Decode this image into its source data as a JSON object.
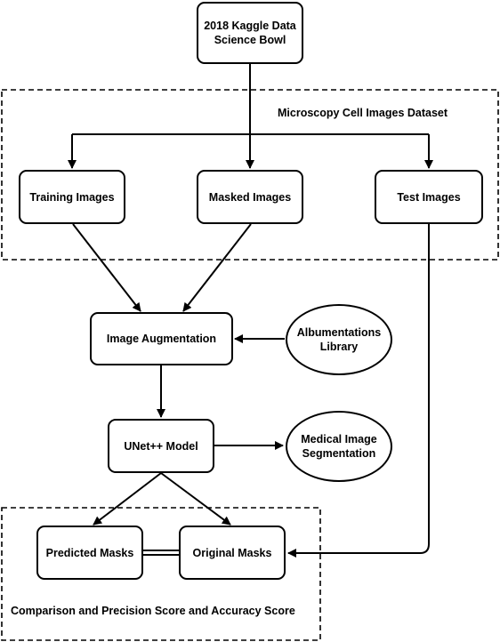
{
  "groups": {
    "dataset": "Microscopy Cell Images Dataset",
    "comparison": "Comparison and Precision Score and Accuracy Score"
  },
  "nodes": {
    "source": "2018 Kaggle Data\nScience Bowl",
    "training": "Training Images",
    "masked": "Masked Images",
    "test": "Test Images",
    "augmentation": "Image Augmentation",
    "albumentations": "Albumentations\nLibrary",
    "model": "UNet++ Model",
    "segmentation": "Medical Image\nSegmentation",
    "predicted": "Predicted Masks",
    "original": "Original Masks"
  }
}
